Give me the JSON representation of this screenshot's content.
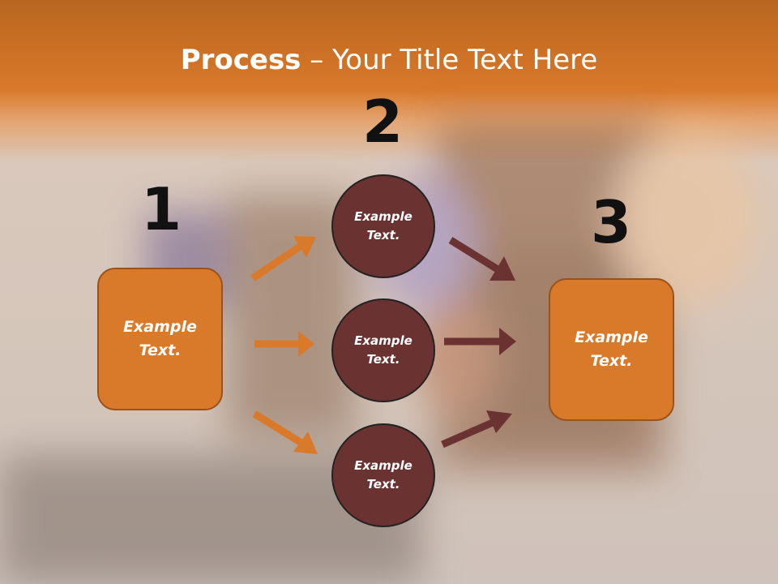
{
  "title": {
    "bold": "Process",
    "rest": " – Your Title Text Here"
  },
  "steps": [
    {
      "number": "1",
      "label": "Example\nText."
    },
    {
      "number": "2",
      "label": "Example\nText."
    },
    {
      "number": "3",
      "label": "Example\nText."
    }
  ],
  "circles": [
    {
      "label": "Example\nText."
    },
    {
      "label": "Example\nText."
    },
    {
      "label": "Example\nText."
    }
  ],
  "colors": {
    "orange": "#d97a2b",
    "maroon": "#6b3232",
    "header": "#d9782a"
  }
}
